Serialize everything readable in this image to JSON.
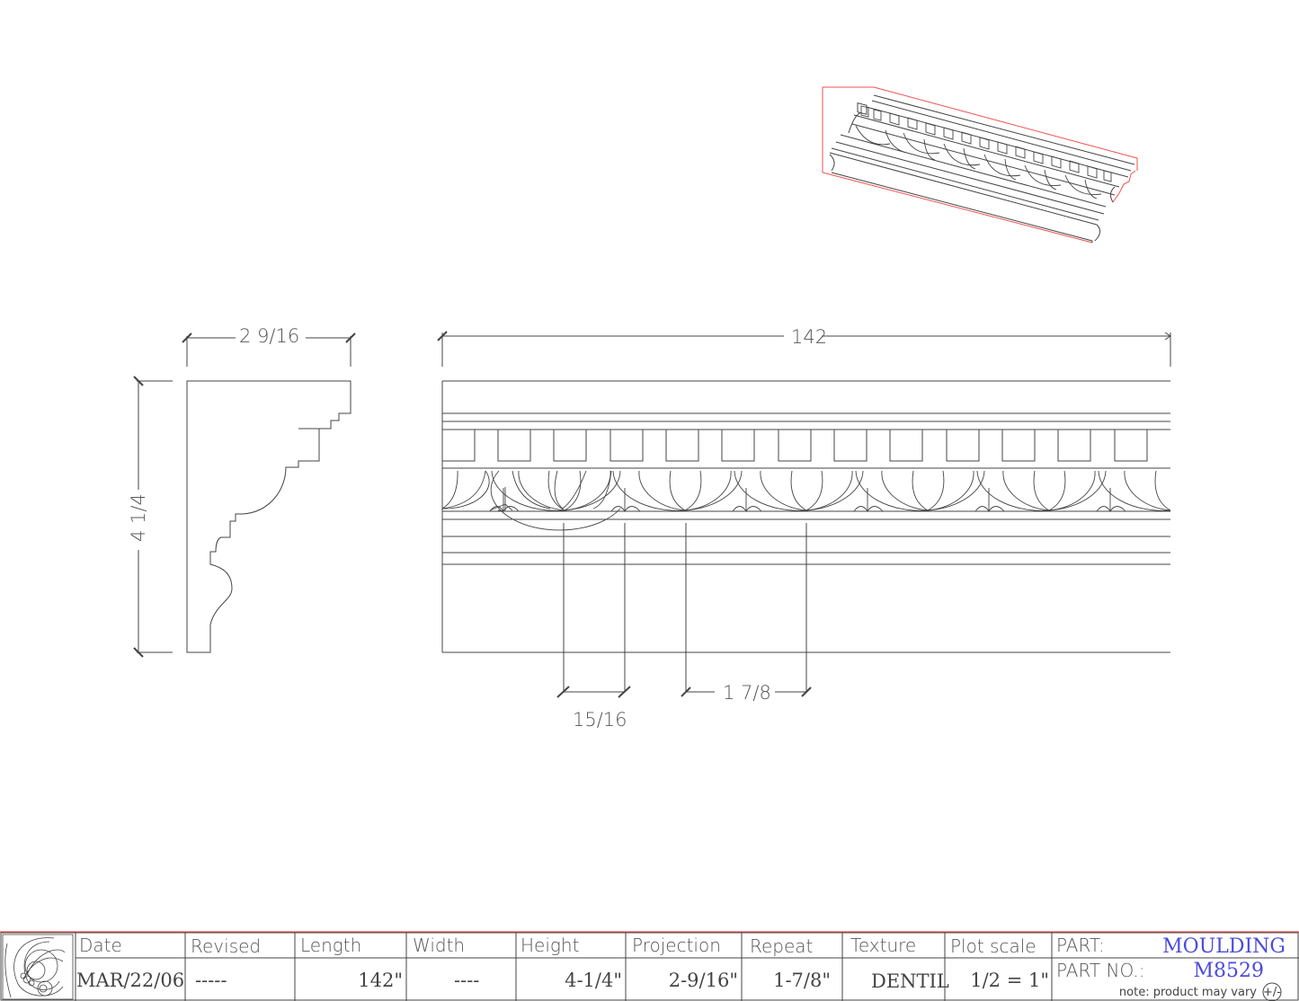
{
  "drawing": {
    "dimensions": {
      "profile_width": "2 9/16",
      "profile_height": "4 1/4",
      "overall_length": "142",
      "dentil_width": "15/16",
      "repeat": "1 7/8"
    },
    "colors": {
      "line": "#333333",
      "outline_red": "#f05050",
      "text_blue": "#4b4bdc"
    }
  },
  "title_block": {
    "headers": {
      "date": "Date",
      "revised": "Revised",
      "length": "Length",
      "width": "Width",
      "height": "Height",
      "projection": "Projection",
      "repeat": "Repeat",
      "texture": "Texture",
      "plot_scale": "Plot scale",
      "part": "PART:",
      "part_no": "PART NO.:"
    },
    "values": {
      "date": "MAR/22/06",
      "revised": "-----",
      "length": "142\"",
      "width": "----",
      "height": "4-1/4\"",
      "projection": "2-9/16\"",
      "repeat": "1-7/8\"",
      "texture": "DENTIL",
      "plot_scale": "1/2 = 1\"",
      "part": "MOULDING",
      "part_no": "M8529"
    },
    "note": "note: product may vary",
    "note_symbol": "+/-"
  }
}
